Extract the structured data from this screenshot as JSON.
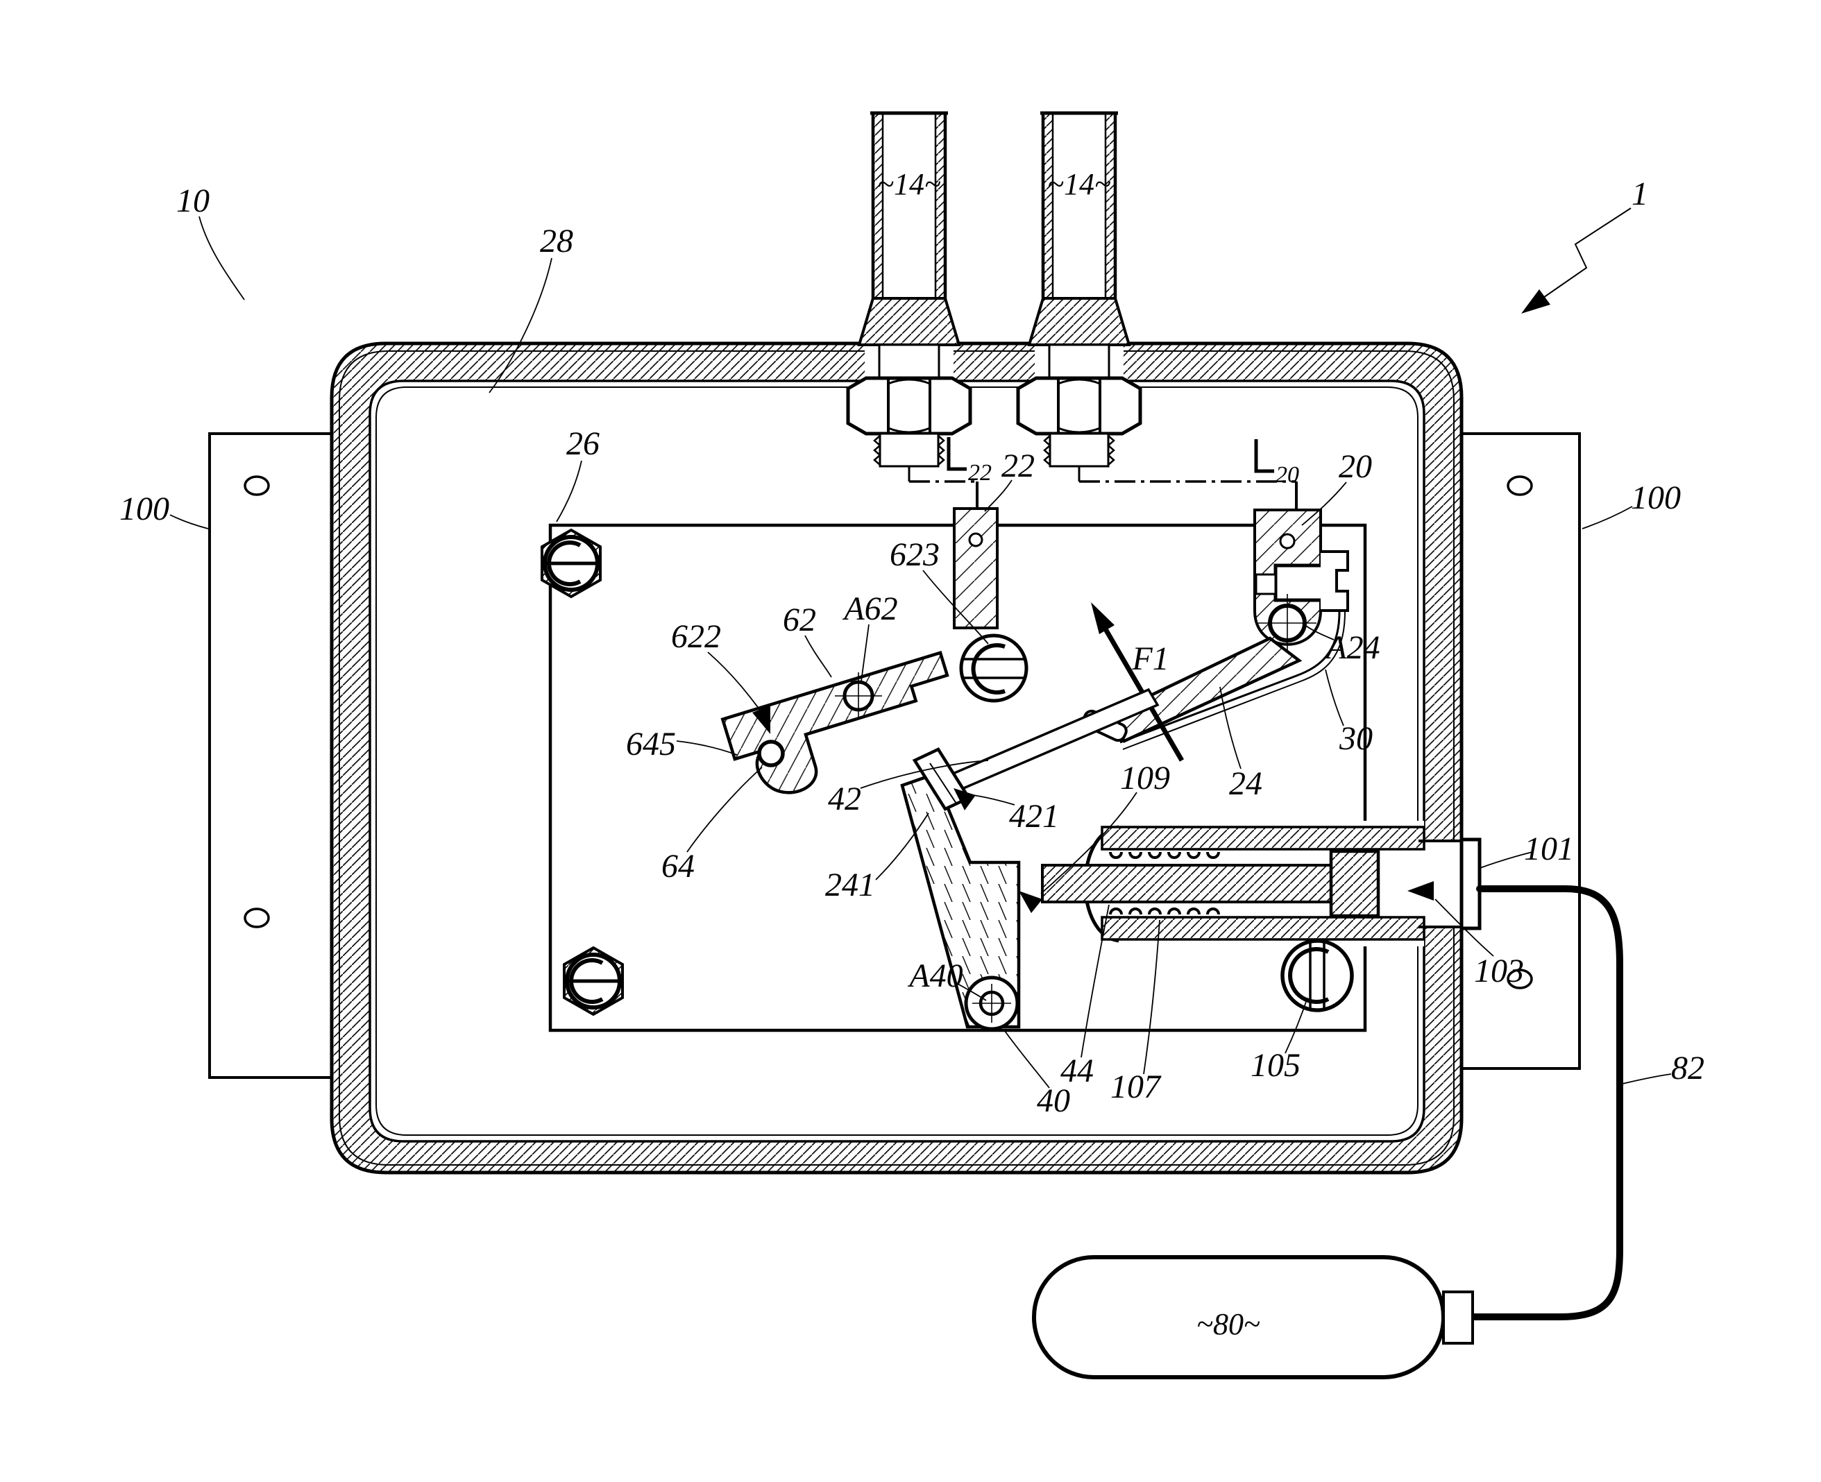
{
  "figure": {
    "kind": "patent cross-section technical drawing",
    "colors": {
      "ink": "#000000",
      "paper": "#ffffff"
    }
  },
  "reference_labels": {
    "assembly": "1",
    "housing": "10",
    "inner_liner": "28",
    "pipe_left": "~14~",
    "pipe_right": "~14~",
    "mounting_plate": "26",
    "wire_tag_left": "22",
    "terminal_left": "22",
    "wire_tag_right": "20",
    "terminal_right": "20",
    "tab": "623",
    "lever": "62",
    "lever_pivot": "A62",
    "lever_notch": "622",
    "hook_tip": "645",
    "side_plate_left": "100",
    "side_plate_right": "100",
    "roller": "64",
    "rod": "42",
    "rod_end": "421",
    "engagement": "241",
    "crank_pivot": "A40",
    "crank": "40",
    "striker": "44",
    "spring": "107",
    "screw": "105",
    "contact_point": "109",
    "arm": "24",
    "contact_strip": "30",
    "arm_pivot": "A24",
    "force_arrow": "F1",
    "connector_block": "101",
    "plunger": "103",
    "cable": "82",
    "external_unit": "~80~"
  }
}
